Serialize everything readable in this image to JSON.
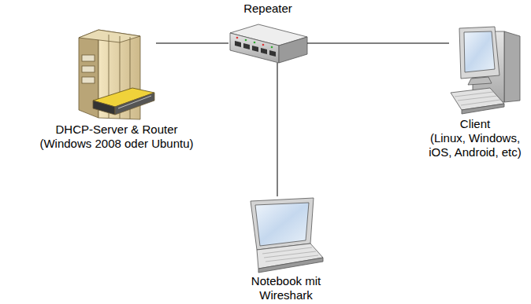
{
  "diagram": {
    "nodes": [
      {
        "text": [
          "Repeater"
        ]
      },
      {
        "text": [
          "DHCP-Server & Router",
          "(Windows 2008 oder Ubuntu)"
        ]
      },
      {
        "text": [
          "Client",
          "(Linux, Windows, iOS, Android, etc)"
        ]
      },
      {
        "text": [
          "Notebook mit Wireshark"
        ]
      }
    ],
    "edges": [
      {
        "from": 1,
        "to": 0,
        "arrow": "none"
      },
      {
        "from": 0,
        "to": 2,
        "arrow": "none"
      },
      {
        "from": 0,
        "to": 3,
        "arrow": "none"
      }
    ]
  }
}
